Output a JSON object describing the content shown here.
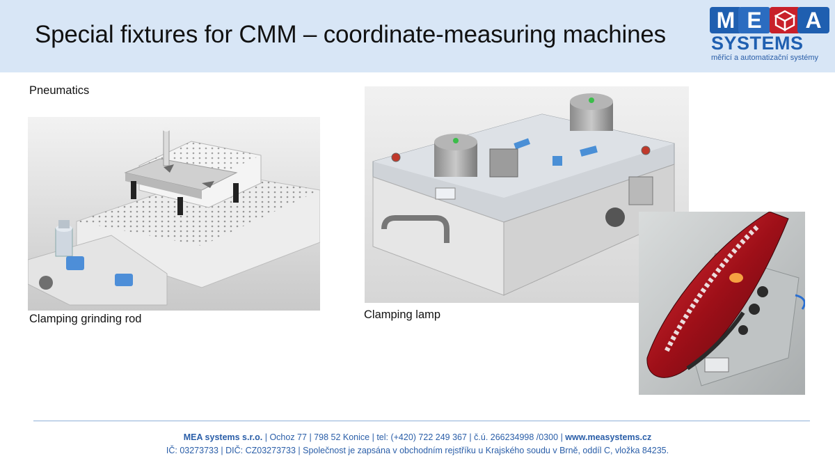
{
  "header": {
    "title": "Special fixtures for CMM – coordinate-measuring machines",
    "logo": {
      "mark_m": "M",
      "mark_e": "E",
      "mark_a": "A",
      "wordmark": "SYSTEMS",
      "tagline": "měřicí a automatizační systémy",
      "brand_color": "#1f5fb0",
      "accent_color": "#c8202a"
    }
  },
  "content": {
    "section_label": "Pneumatics",
    "images": [
      {
        "caption": "Clamping grinding rod",
        "icon": "grinding-rod-fixture-render"
      },
      {
        "caption": "Clamping lamp",
        "icon": "lamp-fixture-render"
      },
      {
        "caption": "",
        "icon": "car-tail-lamp-photo"
      }
    ]
  },
  "footer": {
    "company": "MEA systems s.r.o.",
    "street": "Ochoz 77",
    "city": "798 52 Konice",
    "phone": "tel: (+420) 722 249 367",
    "account": "č.ú. 266234998 /0300",
    "web": "www.measystems.cz",
    "ico": "IČ: 03273733",
    "dic": "DIČ: CZ03273733",
    "registry": "Společnost je zapsána v obchodním rejstříku u Krajského soudu v Brně, oddíl C, vložka 84235.",
    "separator": " | "
  }
}
